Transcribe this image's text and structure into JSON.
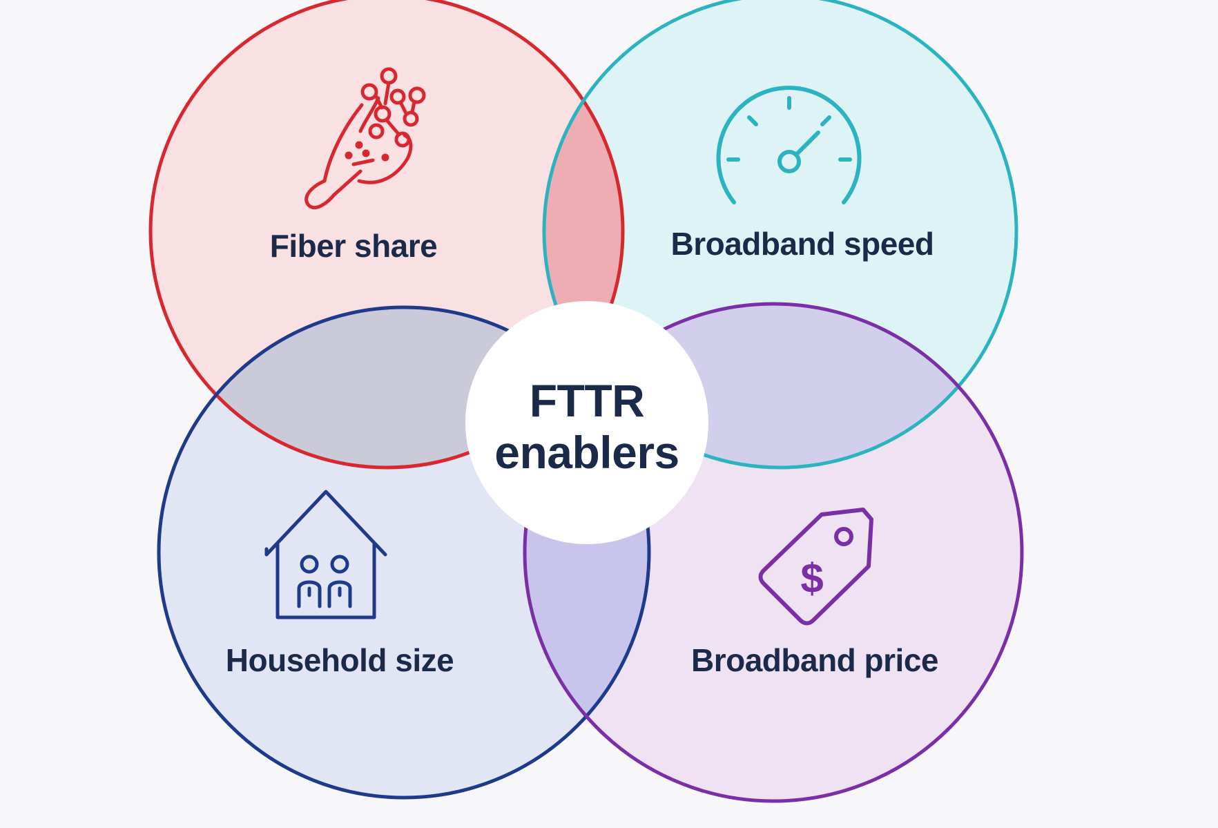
{
  "diagram": {
    "center_title_line1": "FTTR",
    "center_title_line2": "enablers",
    "circles": [
      {
        "id": "fiber-share",
        "label": "Fiber share",
        "icon": "fiber-hand-icon",
        "stroke": "#d8282f",
        "fill": "#f9dcdf"
      },
      {
        "id": "broadband-speed",
        "label": "Broadband speed",
        "icon": "speedometer-icon",
        "stroke": "#2bb3c0",
        "fill": "#d9f2f4"
      },
      {
        "id": "household-size",
        "label": "Household size",
        "icon": "house-family-icon",
        "stroke": "#1e3a8a",
        "fill": "#dfe2f2"
      },
      {
        "id": "broadband-price",
        "label": "Broadband price",
        "icon": "price-tag-icon",
        "stroke": "#7b2fa6",
        "fill": "#ecdff2"
      }
    ],
    "text_color": "#1c2a4a",
    "overlap_colors": {
      "fiber_speed": "#f0a4ac",
      "fiber_household": "#c8c8d6",
      "speed_price": "#d0cdea",
      "household_price": "#c6c2ea"
    }
  }
}
